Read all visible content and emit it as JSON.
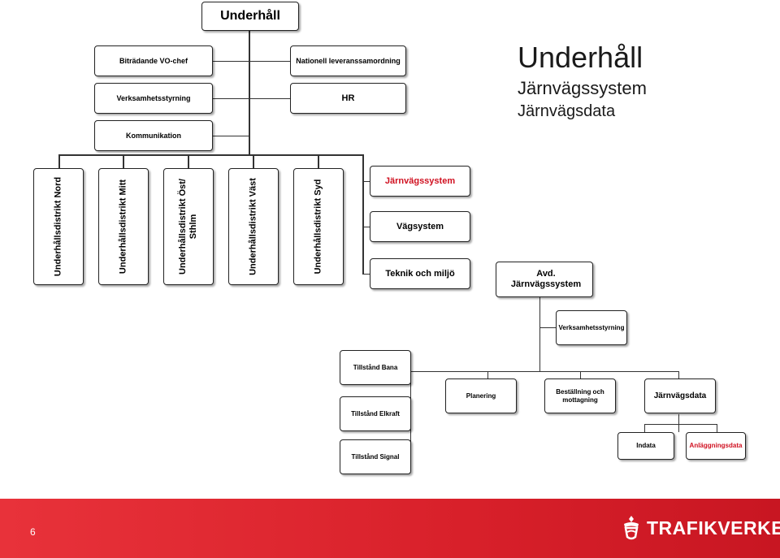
{
  "slide": {
    "title": "Underhåll",
    "subtitle1": "Järnvägssystem",
    "subtitle2": "Järnvägsdata",
    "page_number": "6",
    "logo_text": "TRAFIKVERKET"
  },
  "org": {
    "top": "Underhåll",
    "biträdande": "Biträdande VO-chef",
    "nationell": "Nationell leveranssamordning",
    "verksamhetsstyrning_top": "Verksamhetsstyrning",
    "hr": "HR",
    "kommunikation": "Kommunikation",
    "districts": [
      "Underhållsdistrikt Nord",
      "Underhållsdistrikt Mitt",
      "Underhållsdistrikt Öst/ Sthlm",
      "Underhållsdistrikt Väst",
      "Underhållsdistrikt Syd"
    ],
    "jarnvagssystem": "Järnvägssystem",
    "vagsystem": "Vägsystem",
    "teknik": "Teknik och miljö",
    "avd": "Avd. Järnvägssystem",
    "verksamhetsstyrning_avd": "Verksamhetsstyrning",
    "tillstand_bana": "Tillstånd Bana",
    "tillstand_elkraft": "Tillstånd Elkraft",
    "tillstand_signal": "Tillstånd Signal",
    "planering": "Planering",
    "bestallning": "Beställning och mottagning",
    "jarnvagsdata": "Järnvägsdata",
    "indata": "Indata",
    "anlaggningsdata": "Anläggningsdata"
  },
  "colors": {
    "accent_red": "#d01020",
    "footer_red": "#d8202a"
  }
}
